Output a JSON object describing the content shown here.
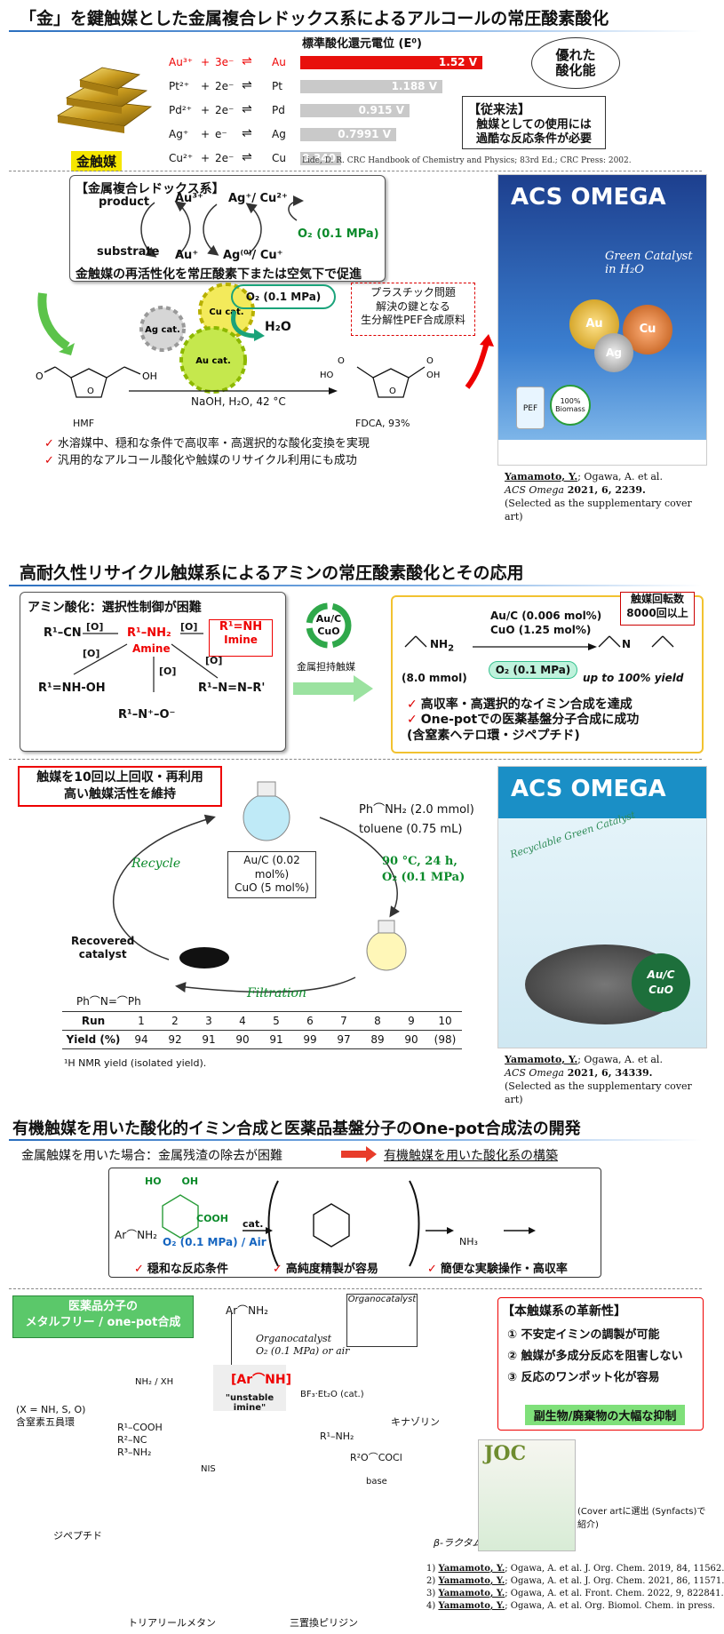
{
  "section1": {
    "title": "「金」を鍵触媒とした金属複合レドックス系によるアルコールの常圧酸素酸化",
    "gold_label": "金触媒",
    "potential_header": "標準酸化還元電位 (E⁰)",
    "reactions": [
      {
        "ox": "Au³⁺",
        "n": "3e⁻",
        "red": "Au",
        "value": "1.52 V",
        "v": 1.52,
        "color": "#e8100c"
      },
      {
        "ox": "Pt²⁺",
        "n": "2e⁻",
        "red": "Pt",
        "value": "1.188 V",
        "v": 1.188,
        "color": "#c9c9c9"
      },
      {
        "ox": "Pd²⁺",
        "n": "2e⁻",
        "red": "Pd",
        "value": "0.915 V",
        "v": 0.915,
        "color": "#c9c9c9"
      },
      {
        "ox": "Ag⁺",
        "n": "e⁻",
        "red": "Ag",
        "value": "0.7991 V",
        "v": 0.7991,
        "color": "#c9c9c9"
      },
      {
        "ox": "Cu²⁺",
        "n": "2e⁻",
        "red": "Cu",
        "value": "0.340 V",
        "v": 0.34,
        "color": "#c9c9c9"
      }
    ],
    "bubble": "優れた\n酸化能",
    "conventional_title": "【従来法】",
    "conventional_text": "触媒としての使用には\n過酷な反応条件が必要",
    "handbook_ref": "Lide, D. R. CRC Handbook of Chemistry and Physics; 83rd Ed.; CRC Press: 2002.",
    "redox_box_title": "【金属複合レドックス系】",
    "redox_product": "product",
    "redox_substrate": "substrate",
    "redox_au3": "Au³⁺",
    "redox_au": "Au⁺",
    "redox_ag_cu_top": "Ag⁺/ Cu²⁺",
    "redox_ag_cu_bot": "Ag⁽⁰⁾/ Cu⁺",
    "redox_o2": "O₂ (0.1 MPa)",
    "redox_caption": "金触媒の再活性化を常圧酸素下または空気下で促進",
    "gears": [
      "Cu cat.",
      "Ag cat.",
      "Au cat."
    ],
    "gear_o2": "O₂ (0.1 MPa)",
    "gear_h2o": "H₂O",
    "plastic_box": "プラスチック問題\n解決の鍵となる\n生分解性PEF合成原料",
    "hmf": "HMF",
    "fdca": "FDCA, 93%",
    "conditions": "NaOH, H₂O, 42 °C",
    "bullets": [
      "水溶媒中、穏和な条件で高収率・高選択的な酸化変換を実現",
      "汎用的なアルコール酸化や触媒のリサイクル利用にも成功"
    ],
    "cover_journal": "ACS OMEGA",
    "cover_text": "Green Catalyst in H₂O",
    "cover_au": "Au",
    "cover_cu": "Cu",
    "cover_ag": "Ag",
    "cover_pef": "PEF",
    "cover_biomass": "100% Biomass",
    "citation": {
      "line1a": "Yamamoto, Y.",
      "line1b": "; Ogawa, A. et al.",
      "line2a": "ACS Omega",
      "line2b": " 2021, 6, 2239.",
      "line3": "(Selected as the supplementary cover art)"
    }
  },
  "section2": {
    "title": "高耐久性リサイクル触媒系によるアミンの常圧酸素酸化とその応用",
    "amine_box_title": "アミン酸化：選択性制御が困難",
    "amine": "R¹–NH₂",
    "amine_label": "Amine",
    "imine": "R¹=NH",
    "imine_label": "Imine",
    "nitrile": "R¹–CN",
    "hydroxylamine": "R¹=NH-OH",
    "azo": "R¹–N=N–R'",
    "nox": "R¹–N⁺–O⁻",
    "o_label": "[O]",
    "catalyst_center": "Au/C\nCuO",
    "metal_label": "金属担持触媒",
    "turnover": "触媒回転数\n8000回以上",
    "rxn_cat1": "Au/C (0.006 mol%)",
    "rxn_cat2": "CuO (1.25 mol%)",
    "rxn_o2": "O₂ (0.1 MPa)",
    "rxn_mmol": "(8.0 mmol)",
    "rxn_yield": "up to 100% yield",
    "rxn_bullets": [
      "高収率・高選択的なイミン合成を達成",
      "One-potでの医薬基盤分子合成に成功\n(含窒素ヘテロ環・ジペプチド)"
    ],
    "recycle_box": "触媒を10回以上回収・再利用\n高い触媒活性を維持",
    "substrate": "Ph⌒NH₂ (2.0 mmol)",
    "toluene": "toluene (0.75 mL)",
    "temp": "90 °C, 24 h,",
    "temp_o2": "O₂ (0.1 MPa)",
    "flask_cat": "Au/C (0.02 mol%)\nCuO (5 mol%)",
    "recycle_label": "Recycle",
    "recovered": "Recovered\ncatalyst",
    "filtration": "Filtration",
    "product": "Ph⌒N=⌒Ph",
    "runs_label": "Run",
    "yield_label": "Yield (%)",
    "runs": [
      "1",
      "2",
      "3",
      "4",
      "5",
      "6",
      "7",
      "8",
      "9",
      "10"
    ],
    "yields": [
      "94",
      "92",
      "91",
      "90",
      "91",
      "99",
      "97",
      "89",
      "90",
      "(98)"
    ],
    "footnote": "¹H NMR yield (isolated yield).",
    "cover_journal": "ACS OMEGA",
    "cover_text": "Recyclable Green Catalyst",
    "cover_aucuo": "Au/C\nCuO",
    "citation": {
      "line1a": "Yamamoto, Y.",
      "line1b": "; Ogawa, A. et al.",
      "line2a": "ACS Omega",
      "line2b": " 2021, 6, 34339.",
      "line3": "(Selected as the supplementary cover art)"
    }
  },
  "section3": {
    "title": "有機触媒を用いた酸化的イミン合成と医薬品基盤分子のOne-pot合成法の開発",
    "problem": "金属触媒を用いた場合：金属残渣の除去が困難",
    "solution": "有機触媒を用いた酸化系の構築",
    "cat_label": "cat.",
    "o2_label": "O₂ (0.1 MPa) / Air",
    "ar_amine": "Ar⌒NH₂",
    "nh3": "NH₃",
    "merits": [
      "穏和な反応条件",
      "高純度精製が容易",
      "簡便な実験操作・高収率"
    ],
    "green_box": "医薬品分子の\nメタルフリー / one-pot合成",
    "center_amine": "Ar⌒NH₂",
    "organo_cond": "Organocatalyst\nO₂ (0.1 MPa) or air",
    "organo_box": "Organocatalyst",
    "unstable": "\"unstable imine\"",
    "benzazole": "(X = NH, S, O)\n含窒素五員環",
    "bz_reagent": "NH₂ / XH",
    "ugi_reagents": "R¹–COOH\nR²–NC\nR³–NH₂",
    "quinazoline": "キナゾリン",
    "bf3": "BF₃·Et₂O (cat.)",
    "nis": "NIS",
    "base": "base",
    "dipeptide": "ジペプチド",
    "triarylmethane": "トリアリールメタン",
    "pyridine": "三置換ピリジン",
    "betalactam": "β-ラクタム",
    "r1nh2": "R¹–NH₂",
    "acyl": "R²O⌒COCl",
    "innov_title": "【本触媒系の革新性】",
    "innov": [
      "① 不安定イミンの調製が可能",
      "② 触媒が多成分反応を阻害しない",
      "③ 反応のワンポット化が容易"
    ],
    "innov_result": "副生物/廃棄物の大幅な抑制",
    "joc_note": "(Cover artに選出 (Synfacts)で紹介)",
    "joc_label": "JOC",
    "refs": [
      {
        "n": "1) ",
        "a": "Yamamoto, Y.",
        "b": "; Ogawa, A. et al. J. Org. Chem. 2019, 84, 11562."
      },
      {
        "n": "2) ",
        "a": "Yamamoto, Y.",
        "b": "; Ogawa, A. et al. J. Org. Chem. 2021, 86, 11571."
      },
      {
        "n": "3) ",
        "a": "Yamamoto, Y.",
        "b": "; Ogawa, A. et al. Front. Chem. 2022, 9, 822841."
      },
      {
        "n": "4) ",
        "a": "Yamamoto, Y.",
        "b": "; Ogawa, A. et al. Org. Biomol. Chem. in press."
      }
    ]
  }
}
